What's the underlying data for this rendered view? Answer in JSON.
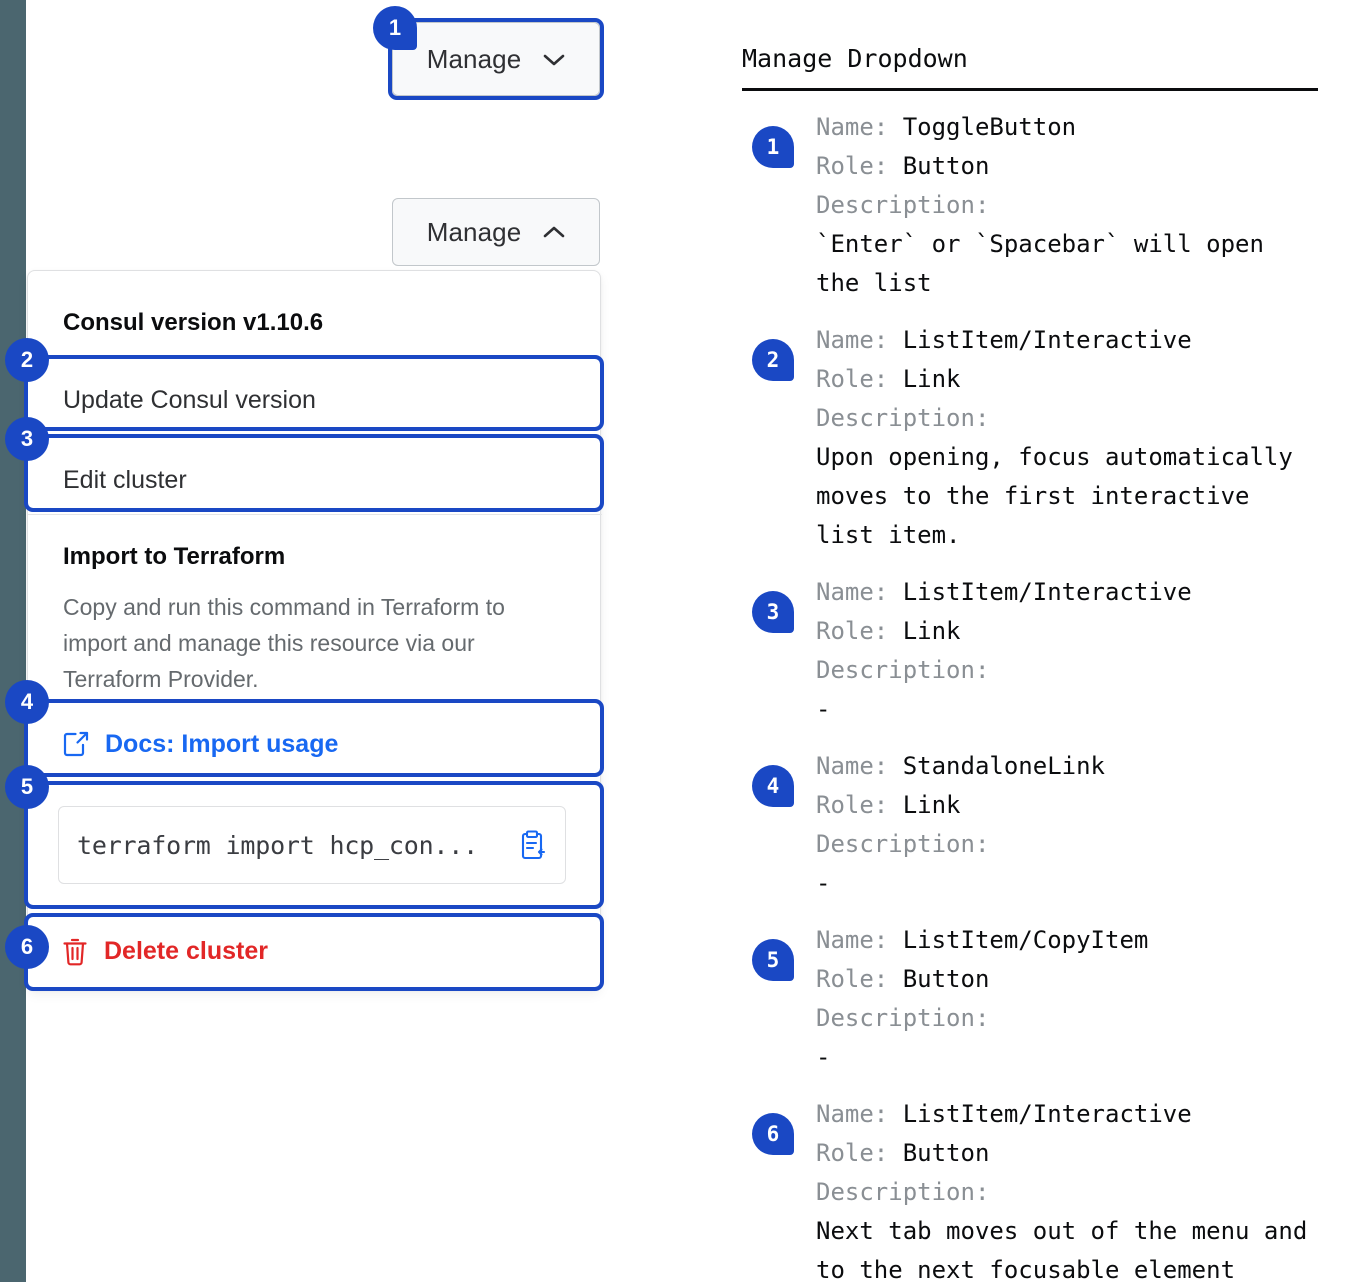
{
  "colors": {
    "accent_blue": "#1a48c4",
    "link_blue": "#1868f2",
    "danger_red": "#e22727",
    "rail_slate": "#4b666f",
    "muted_gray": "#8a8f94"
  },
  "rail": {
    "name": "left-rail"
  },
  "buttons": {
    "manage_closed": {
      "label": "Manage",
      "icon": "chevron-down-icon",
      "state": "collapsed"
    },
    "manage_open": {
      "label": "Manage",
      "icon": "chevron-up-icon",
      "state": "expanded"
    }
  },
  "dropdown": {
    "version_heading": "Consul version v1.10.6",
    "items": [
      {
        "label": "Update Consul version",
        "badge": "2"
      },
      {
        "label": "Edit cluster",
        "badge": "3"
      }
    ],
    "terraform": {
      "heading": "Import to Terraform",
      "description": "Copy and run this command in Terraform to import and manage this resource via our Terraform Provider.",
      "docs_link": {
        "label": "Docs: Import usage",
        "icon": "external-link-icon",
        "badge": "4"
      },
      "command": {
        "value": "terraform import hcp_con...",
        "copy_icon": "copy-clipboard-icon",
        "badge": "5"
      }
    },
    "delete": {
      "label": "Delete cluster",
      "icon": "trash-icon",
      "badge": "6"
    }
  },
  "annotation_panel": {
    "title": "Manage Dropdown",
    "labels": {
      "name": "Name:",
      "role": "Role:",
      "description": "Description:"
    },
    "entries": [
      {
        "badge": "1",
        "name": "ToggleButton",
        "role": "Button",
        "description": "`Enter` or `Spacebar` will open\nthe list"
      },
      {
        "badge": "2",
        "name": "ListItem/Interactive",
        "role": "Link",
        "description": "Upon opening, focus automatically\nmoves to the first interactive\nlist item."
      },
      {
        "badge": "3",
        "name": "ListItem/Interactive",
        "role": "Link",
        "description": "-"
      },
      {
        "badge": "4",
        "name": "StandaloneLink",
        "role": "Link",
        "description": "-"
      },
      {
        "badge": "5",
        "name": "ListItem/CopyItem",
        "role": "Button",
        "description": "-"
      },
      {
        "badge": "6",
        "name": "ListItem/Interactive",
        "role": "Button",
        "description": "Next tab moves out of the menu and\nto the next focusable element"
      }
    ]
  }
}
